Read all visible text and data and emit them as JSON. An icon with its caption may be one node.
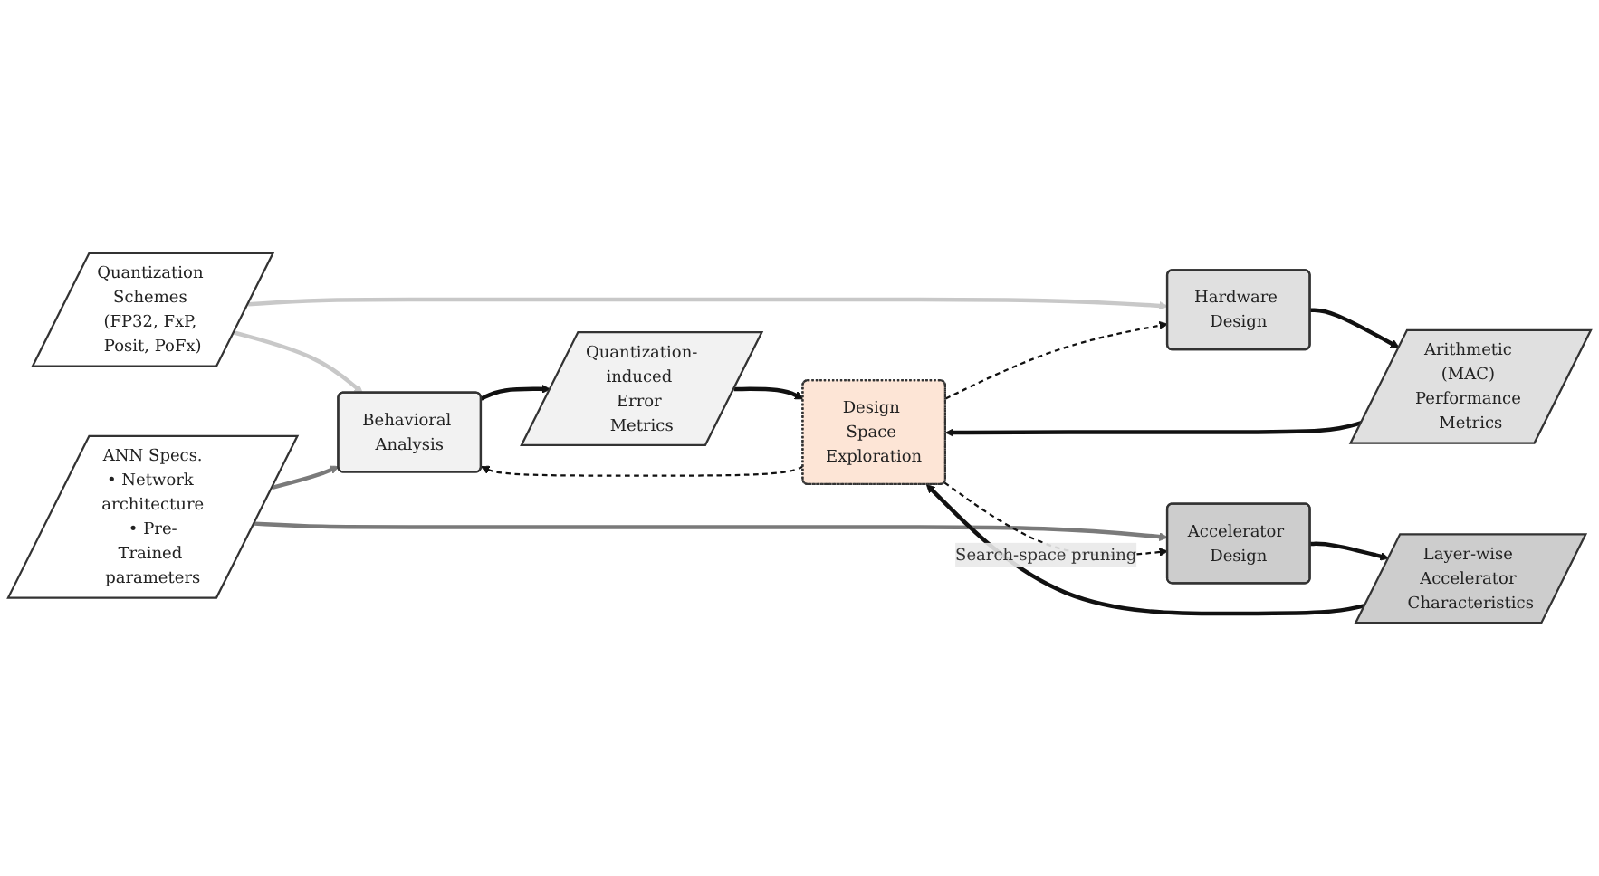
{
  "diagram": {
    "nodes": [
      {
        "text": [
          "Quantization Schemes (FP32, FxP, Posit, PoFx)"
        ]
      },
      {
        "text": [
          "ANN Specs.",
          "• Network architecture",
          "• Pre-Trained parameters"
        ]
      },
      {
        "text": [
          "Behavioral Analysis"
        ]
      },
      {
        "text": [
          "Quantization-induced Error Metrics"
        ]
      },
      {
        "text": [
          "Hardware Design"
        ]
      },
      {
        "text": [
          "Arithmetic (MAC) Performance Metrics"
        ]
      },
      {
        "text": [
          "Accelerator Design"
        ]
      },
      {
        "text": [
          "Layer-wise Accelerator Characteristics"
        ]
      },
      {
        "text": [
          "Design Space Exploration"
        ]
      }
    ],
    "edges": [
      {
        "from": 0,
        "to": 2,
        "arrow": "to",
        "color": "#c8c8c8"
      },
      {
        "from": 0,
        "to": 4,
        "arrow": "to",
        "color": "#c8c8c8"
      },
      {
        "from": 1,
        "to": 2,
        "arrow": "to",
        "color": "#7a7a7a"
      },
      {
        "from": 1,
        "to": 6,
        "arrow": "to",
        "color": "#7a7a7a"
      },
      {
        "from": 2,
        "to": 3,
        "arrow": "to"
      },
      {
        "from": 4,
        "to": 5,
        "arrow": "to"
      },
      {
        "from": 6,
        "to": 7,
        "arrow": "to"
      },
      {
        "from": 3,
        "to": 8,
        "arrow": "to"
      },
      {
        "from": 5,
        "to": 8,
        "arrow": "to"
      },
      {
        "from": 7,
        "to": 8,
        "arrow": "to"
      },
      {
        "from": 8,
        "to": 2,
        "arrow": "to",
        "style": "dashed"
      },
      {
        "from": 8,
        "to": 4,
        "arrow": "to",
        "style": "dashed"
      },
      {
        "from": 8,
        "to": 6,
        "arrow": "to",
        "style": "dashed",
        "label": "Search-space pruning"
      }
    ]
  }
}
